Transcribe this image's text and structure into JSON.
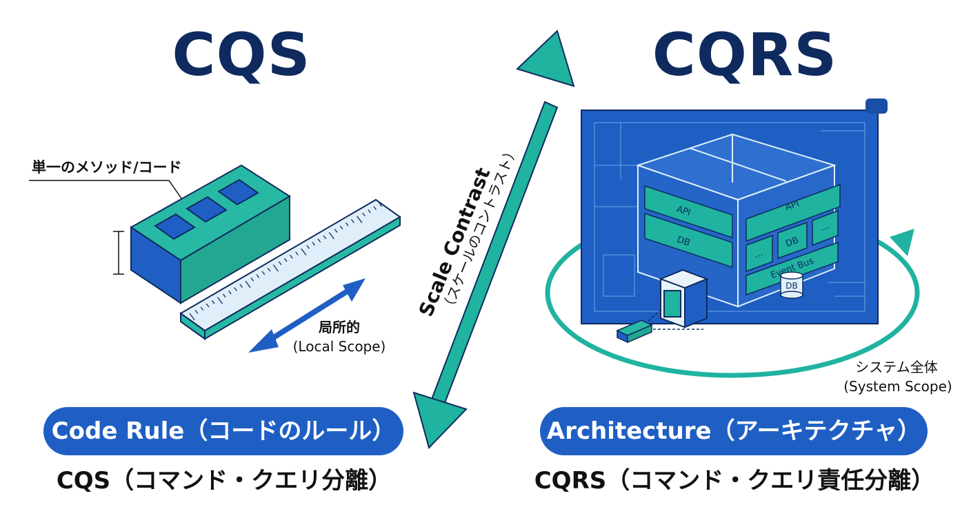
{
  "left": {
    "title": "CQS",
    "callout": "単一のメソッド/コード",
    "scope_jp": "局所的",
    "scope_en": "(Local Scope)",
    "pill": "Code Rule（コードのルール）",
    "bottom": "CQS（コマンド・クエリ分離）"
  },
  "center": {
    "line1": "Scale Contrast",
    "line2": "（スケールのコントラスト）"
  },
  "right": {
    "title": "CQRS",
    "module_labels": [
      "API",
      "DB",
      "API",
      "DB",
      "...",
      "...",
      "Event Bus",
      "DB"
    ],
    "scope_jp": "システム全体",
    "scope_en": "(System Scope)",
    "pill": "Architecture（アーキテクチャ）",
    "bottom": "CQRS（コマンド・クエリ責任分離）"
  },
  "colors": {
    "navy": "#0f2a5e",
    "blue": "#1f5fc4",
    "teal": "#1fb3a0",
    "blueprint": "#1f5fc4"
  }
}
